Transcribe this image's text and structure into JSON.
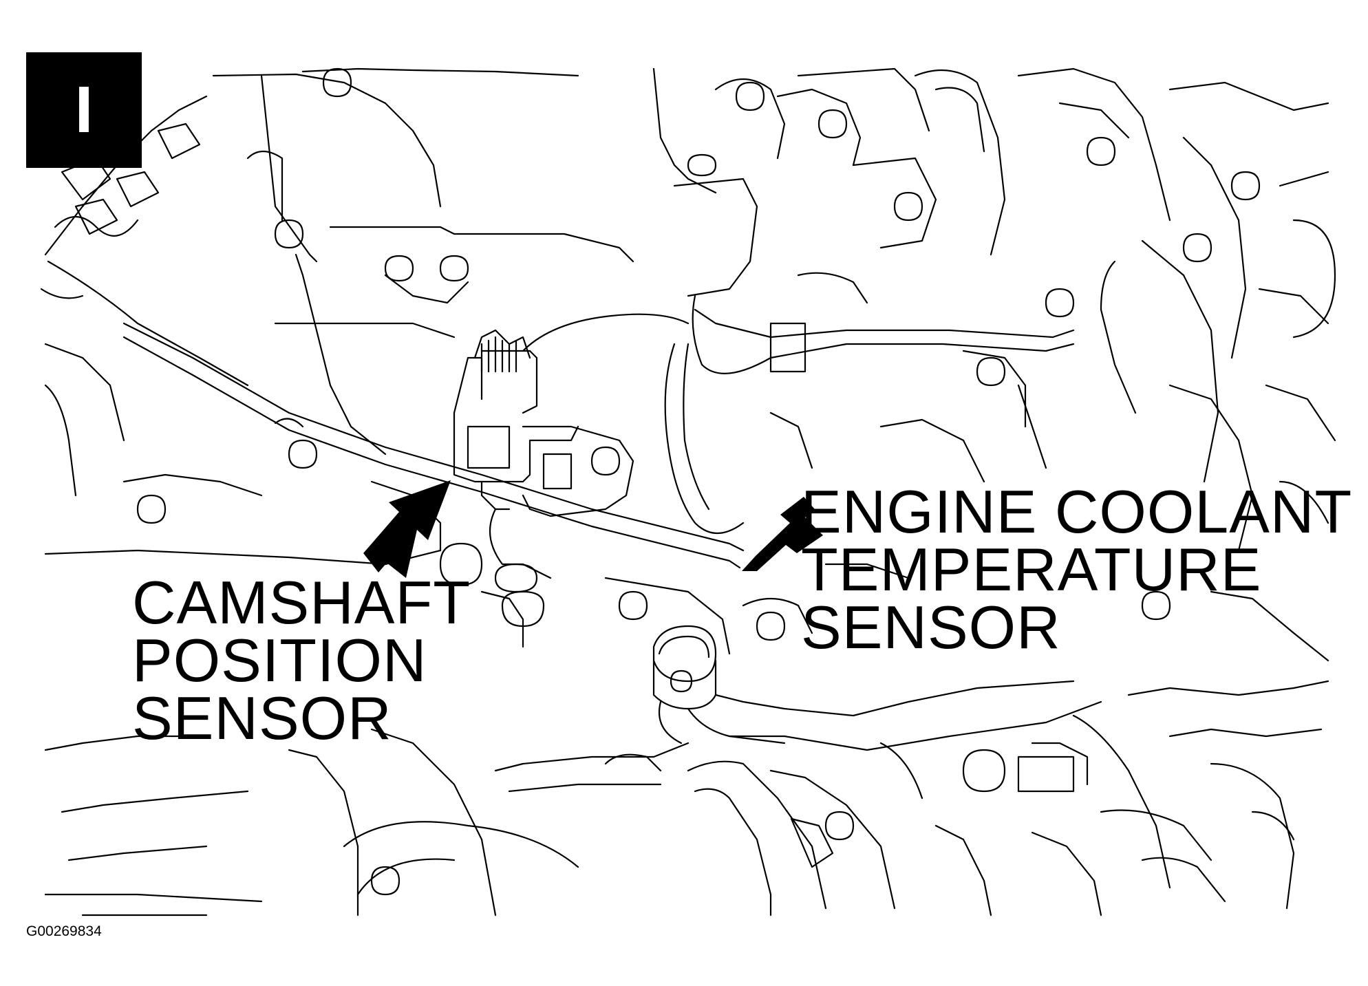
{
  "step_badge": "I",
  "callouts": {
    "camshaft": [
      "CAMSHAFT",
      "POSITION",
      "SENSOR"
    ],
    "coolant": [
      "ENGINE COOLANT",
      "TEMPERATURE",
      "SENSOR"
    ]
  },
  "figure_id": "G00269834",
  "colors": {
    "ink": "#000000",
    "paper": "#ffffff"
  }
}
